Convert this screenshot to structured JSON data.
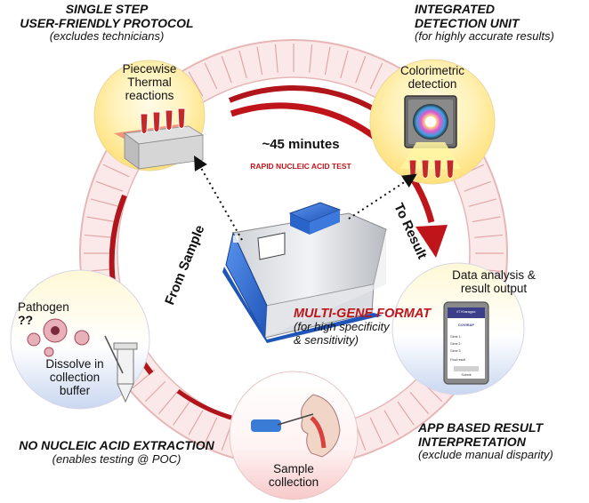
{
  "features": {
    "top_left": {
      "title_line1": "SINGLE STEP",
      "title_line2": "USER-FRIENDLY PROTOCOL",
      "subtitle": "(excludes technicians)"
    },
    "top_right": {
      "title_line1": "INTEGRATED",
      "title_line2": "DETECTION UNIT",
      "subtitle": "(for highly accurate results)"
    },
    "middle": {
      "title": "MULTI-GENE FORMAT",
      "subtitle_line1": "(for high specificity",
      "subtitle_line2": "& sensitivity)"
    },
    "bottom_left": {
      "title": "NO NUCLEIC ACID EXTRACTION",
      "subtitle": "(enables testing @ POC)"
    },
    "bottom_right": {
      "title_line1": "APP BASED RESULT",
      "title_line2": "INTERPRETATION",
      "subtitle": "(exclude manual disparity)"
    }
  },
  "bubbles": {
    "thermal": {
      "line1": "Piecewise",
      "line2": "Thermal",
      "line3": "reactions"
    },
    "colorimetric": {
      "line1": "Colorimetric",
      "line2": "detection"
    },
    "data": {
      "line1": "Data analysis &",
      "line2": "result output"
    },
    "pathogen": {
      "label": "Pathogen",
      "q": "??",
      "line1": "Dissolve in",
      "line2": "collection",
      "line3": "buffer"
    },
    "sample": {
      "line1": "Sample",
      "line2": "collection"
    }
  },
  "ring": {
    "time": "~45 minutes",
    "test_name": "RAPID NUCLEIC ACID TEST",
    "from_sample": "From Sample",
    "to_result": "To Result"
  },
  "phone": {
    "header": "COVIRAP",
    "brand": "IIT Kharagpur",
    "rows": [
      "Gene 1:",
      "Gene 2:",
      "Gene 3:"
    ],
    "result_label": "Final result",
    "button": "Submit"
  },
  "colors": {
    "accent_red": "#c0141b",
    "device_blue": "#2f6fd6"
  }
}
